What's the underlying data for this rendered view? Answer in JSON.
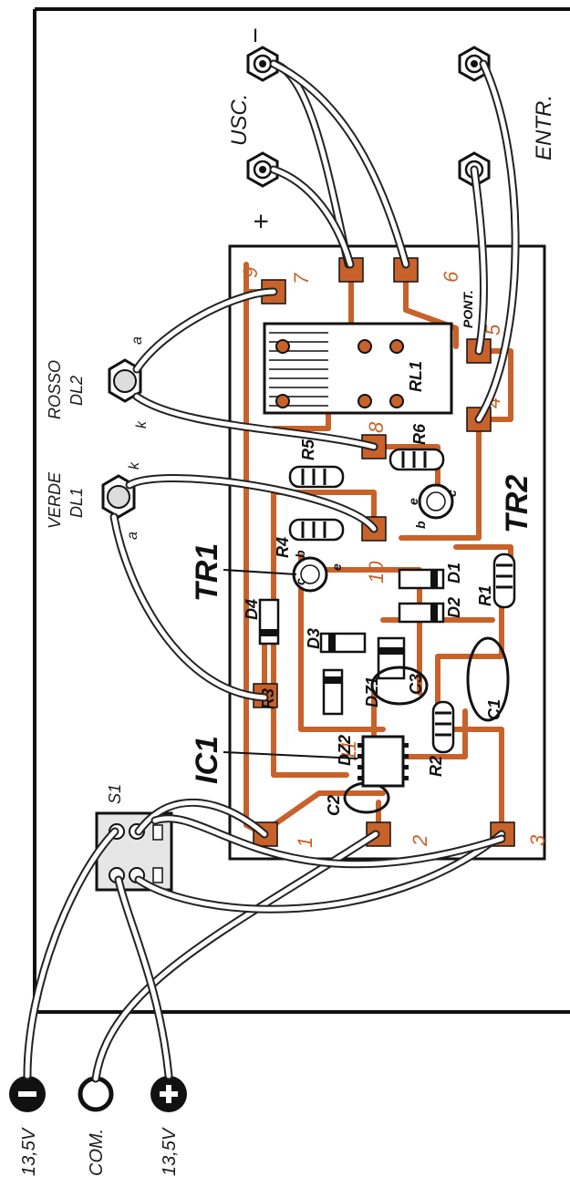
{
  "labels": {
    "usc": "USC.",
    "entr": "ENTR.",
    "plus": "+",
    "minus": "−",
    "rosso": "ROSSO",
    "dl2": "DL2",
    "verde": "VERDE",
    "dl1": "DL1",
    "pont": "PONT.",
    "tr1": "TR1",
    "tr2": "TR2",
    "ic1": "IC1",
    "s1": "S1",
    "led_a": "a",
    "led_k": "k",
    "v_neg": "13,5V",
    "com": "COM.",
    "v_pos": "13,5V"
  },
  "pads": [
    "1",
    "2",
    "3",
    "4",
    "5",
    "6",
    "7",
    "8",
    "9",
    "10",
    "11"
  ],
  "components": {
    "r1": "R1",
    "r2": "R2",
    "r3": "R3",
    "r4": "R4",
    "r5": "R5",
    "r6": "R6",
    "d1": "D1",
    "d2": "D2",
    "d3": "D3",
    "d4": "D4",
    "dz1": "DZ1",
    "dz2": "DZ2",
    "c1": "C1",
    "c2": "C2",
    "c3": "C3",
    "rl1": "RL1",
    "tr_b": "b",
    "tr_c": "c",
    "tr_e": "e"
  },
  "colors": {
    "copper": "#c8622a",
    "ink": "#1a1a1a",
    "board": "#ffffff"
  }
}
